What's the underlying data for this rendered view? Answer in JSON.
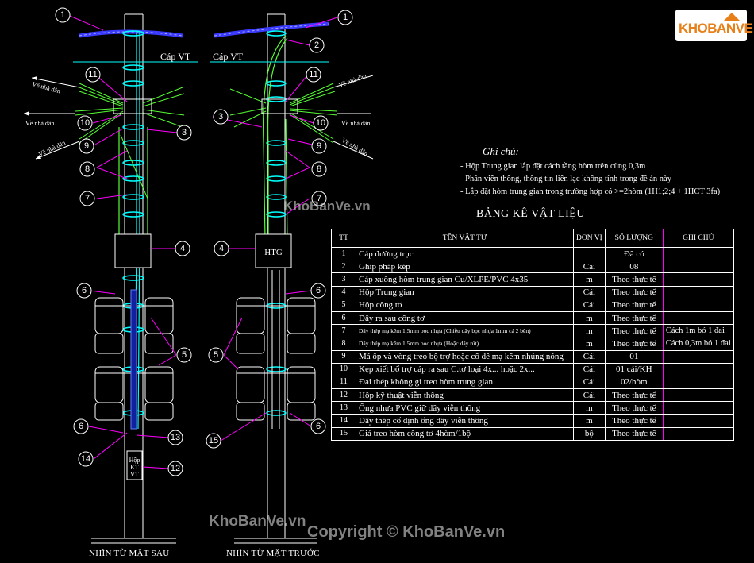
{
  "logo": {
    "text": "KHOBANVE"
  },
  "labels": {
    "cap_vt_left": "Cáp VT",
    "cap_vt_right": "Cáp VT",
    "ve_nha_dan": "Về nhà dân",
    "htg": "HTG",
    "hop_kt_vt_1": "Hộp",
    "hop_kt_vt_2": "KT",
    "hop_kt_vt_3": "VT"
  },
  "view_labels": {
    "back": "NHÌN TỪ MẶT SAU",
    "front": "NHÌN TỪ MẶT TRƯỚC"
  },
  "notes": {
    "title": "Ghi chú:",
    "lines": [
      "- Hộp Trung gian lắp đặt cách tầng hòm trên cùng 0,3m",
      "- Phần viễn thông, thông tin liên lạc không tính trong đề án này",
      "- Lắp đặt hòm trung gian trong trường hợp có >=2hòm (1H1;2;4 + 1HCT 3fa)"
    ]
  },
  "table": {
    "title": "BẢNG KÊ VẬT LIỆU",
    "headers": [
      "TT",
      "TÊN VẬT TƯ",
      "ĐƠN VỊ",
      "SỐ LƯỢNG",
      "GHI CHÚ"
    ],
    "rows": [
      {
        "tt": "1",
        "name": "Cáp đường trục",
        "unit": "",
        "qty": "Đã có",
        "note": ""
      },
      {
        "tt": "2",
        "name": "Ghip pháp kép",
        "unit": "Cái",
        "qty": "08",
        "note": ""
      },
      {
        "tt": "3",
        "name": "Cáp xuống hòm trung gian Cu/XLPE/PVC 4x35",
        "unit": "m",
        "qty": "Theo thực tế",
        "note": ""
      },
      {
        "tt": "4",
        "name": "Hộp Trung gian",
        "unit": "Cái",
        "qty": "Theo thực tế",
        "note": ""
      },
      {
        "tt": "5",
        "name": "Hộp công tơ",
        "unit": "Cái",
        "qty": "Theo thực tế",
        "note": ""
      },
      {
        "tt": "6",
        "name": "Dây ra sau công tơ",
        "unit": "m",
        "qty": "Theo thực tế",
        "note": ""
      },
      {
        "tt": "7",
        "name": "Dây thép mạ kẽm 1,5mm bọc nhựa (Chiều dây bọc nhựa 1mm cả 2 bên)",
        "unit": "m",
        "qty": "Theo thực tế",
        "note": "Cách 1m bó 1 đai",
        "small": true
      },
      {
        "tt": "8",
        "name": "Dây thép mạ kẽm 1,5mm bọc nhựa (Hoặc dây rút)",
        "unit": "m",
        "qty": "Theo thực tế",
        "note": "Cách 0,3m bó 1 đai",
        "small": true
      },
      {
        "tt": "9",
        "name": "Má ốp và vòng treo bộ trợ hoặc cổ dê mạ kẽm nhúng nóng",
        "unit": "Cái",
        "qty": "01",
        "note": ""
      },
      {
        "tt": "10",
        "name": "Kẹp xiết bổ trợ cáp ra sau C.tơ loại 4x... hoặc 2x...",
        "unit": "Cái",
        "qty": "01 cái/KH",
        "note": ""
      },
      {
        "tt": "11",
        "name": "Đai thép không gỉ treo hòm trung gian",
        "unit": "Cái",
        "qty": "02/hòm",
        "note": ""
      },
      {
        "tt": "12",
        "name": "Hộp kỹ thuật viễn thông",
        "unit": "Cái",
        "qty": "Theo thực tế",
        "note": ""
      },
      {
        "tt": "13",
        "name": "Ống nhựa PVC giữ dây viễn thông",
        "unit": "m",
        "qty": "Theo thực tế",
        "note": ""
      },
      {
        "tt": "14",
        "name": "Dây thép cố định ống dây viễn thông",
        "unit": "m",
        "qty": "Theo thực tế",
        "note": ""
      },
      {
        "tt": "15",
        "name": "Giá treo hòm công tơ 4hòm/1bộ",
        "unit": "bộ",
        "qty": "Theo thực tế",
        "note": ""
      }
    ]
  },
  "watermarks": {
    "mid": "KhoBanVe.vn",
    "bottom_left": "KhoBanVe.vn",
    "bottom_right": "Copyright © KhoBanVe.vn"
  },
  "callouts": [
    "1",
    "2",
    "3",
    "4",
    "5",
    "6",
    "7",
    "8",
    "9",
    "10",
    "11",
    "12",
    "13",
    "14",
    "15"
  ],
  "colors": {
    "background": "#000000",
    "pole": "#ffffff",
    "cable_green": "#55ff33",
    "cable_cyan": "#00ffff",
    "leader_magenta": "#ff00ff",
    "main_cable_blue": "#3a3aff",
    "logo_orange": "#e8801a"
  }
}
